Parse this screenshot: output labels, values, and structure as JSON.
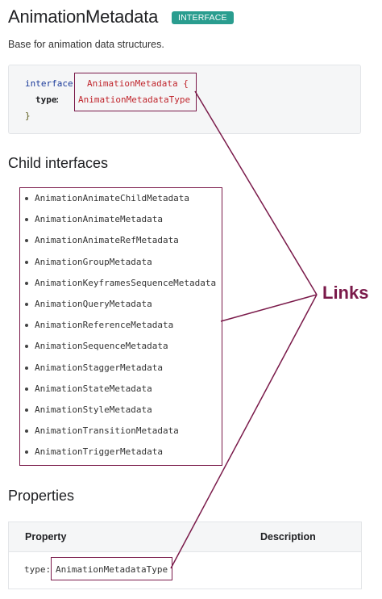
{
  "header": {
    "title": "AnimationMetadata",
    "badge": "INTERFACE",
    "description": "Base for animation data structures."
  },
  "code": {
    "keyword": "interface",
    "name": "AnimationMetadata {",
    "property": "type",
    "colon": ":",
    "type": "AnimationMetadataType",
    "close": "}"
  },
  "child_interfaces": {
    "heading": "Child interfaces",
    "items": [
      "AnimationAnimateChildMetadata",
      "AnimationAnimateMetadata",
      "AnimationAnimateRefMetadata",
      "AnimationGroupMetadata",
      "AnimationKeyframesSequenceMetadata",
      "AnimationQueryMetadata",
      "AnimationReferenceMetadata",
      "AnimationSequenceMetadata",
      "AnimationStaggerMetadata",
      "AnimationStateMetadata",
      "AnimationStyleMetadata",
      "AnimationTransitionMetadata",
      "AnimationTriggerMetadata"
    ]
  },
  "properties": {
    "heading": "Properties",
    "columns": [
      "Property",
      "Description"
    ],
    "rows": [
      {
        "name": "type:",
        "type": "AnimationMetadataType"
      }
    ]
  },
  "annotation": {
    "label": "Links",
    "color": "#7a1a4a"
  },
  "colors": {
    "badge": "#2a9d8f",
    "code_type": "#c0262d",
    "code_keyword": "#1a3a9a"
  }
}
